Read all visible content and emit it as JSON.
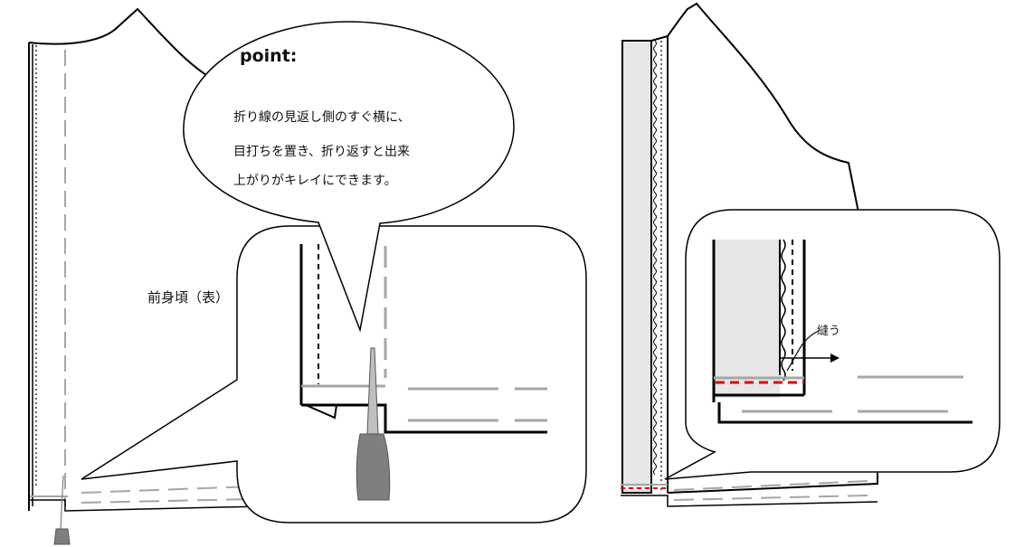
{
  "callout": {
    "title": "point:",
    "lines": [
      "折り線の見返し側のすぐ横に、",
      "目打ちを置き、折り返すと出来",
      "上がりがキレイにできます。"
    ]
  },
  "left_figure": {
    "label": "前身頃（表）"
  },
  "right_figure": {
    "sew_label": "縫う"
  },
  "colors": {
    "outline": "#000000",
    "stitch_gray": "#a6a6a6",
    "facing_fill": "#e6e6e6",
    "awl_handle": "#7f7f7f",
    "sew_line_red": "#e00000"
  }
}
